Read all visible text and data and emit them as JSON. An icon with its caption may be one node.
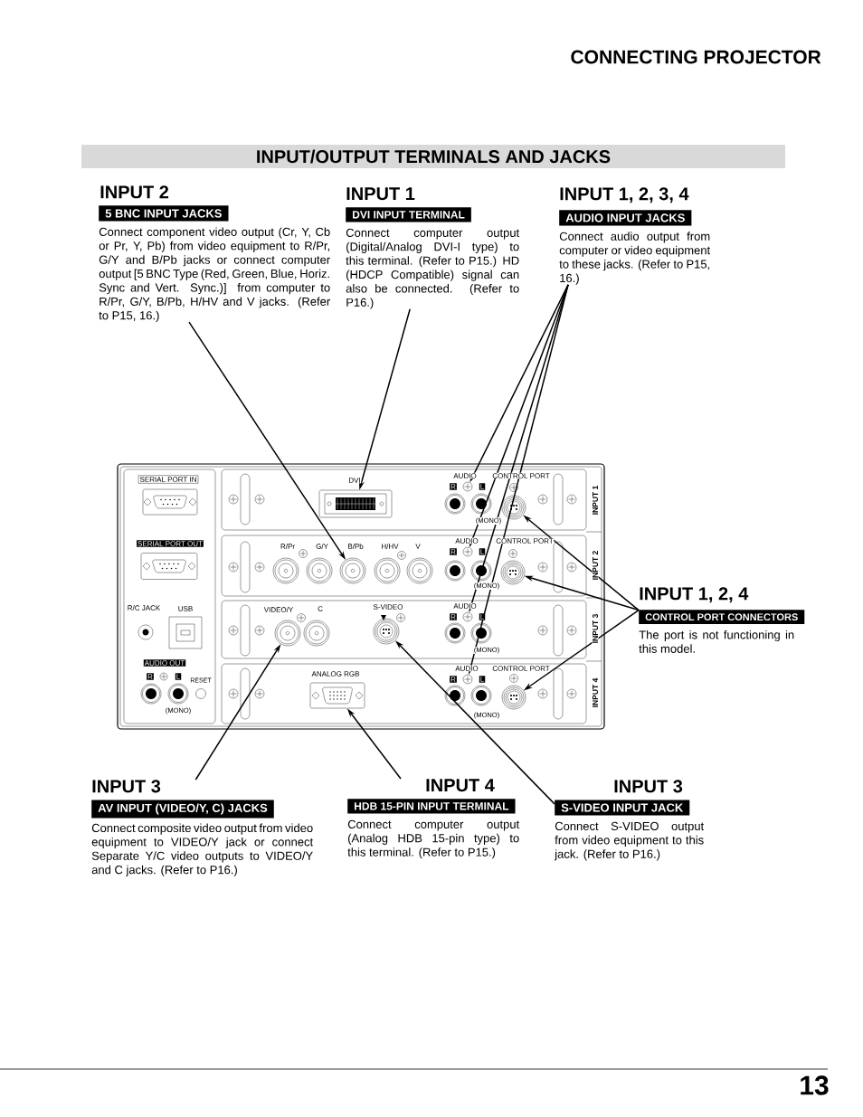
{
  "diagram": {
    "title": "CONNECTING PROJECTOR",
    "nodes": [
      {
        "text": [
          "INPUT/OUTPUT TERMINALS AND JACKS"
        ]
      },
      {
        "text": [
          "INPUT 2",
          "5 BNC INPUT JACKS",
          "Connect component video output (Cr, Y, Cb or Pr, Y, Pb) from video equipment to R/Pr, G/Y and B/Pb jacks or connect computer output [5 BNC Type (Red, Green, Blue, Horiz. Sync and Vert. Sync.)] from computer to R/Pr, G/Y, B/Pb, H/HV and V jacks. (Refer to P15, 16.)"
        ]
      },
      {
        "text": [
          "INPUT 1",
          "DVI INPUT TERMINAL",
          "Connect computer output (Digital/Analog DVI-I type) to this terminal. (Refer to P15.) HD (HDCP Compatible) signal can also be connected. (Refer to P16.)"
        ]
      },
      {
        "text": [
          "INPUT 1, 2, 3, 4",
          "AUDIO INPUT JACKS",
          "Connect audio output from computer or video equipment to these jacks. (Refer to P15, 16.)"
        ]
      },
      {
        "text": [
          "INPUT 1, 2, 4",
          "CONTROL PORT CONNECTORS",
          "The port is not functioning in this model."
        ]
      },
      {
        "text": [
          "INPUT 3",
          "AV INPUT (VIDEO/Y, C) JACKS",
          "Connect composite video output from video equipment to VIDEO/Y jack or connect Separate Y/C video outputs to VIDEO/Y and C jacks. (Refer to P16.)"
        ]
      },
      {
        "text": [
          "INPUT 4",
          "HDB 15-PIN INPUT TERMINAL",
          "Connect computer output (Analog HDB 15-pin type) to this terminal. (Refer to P15.)"
        ]
      },
      {
        "text": [
          "INPUT 3",
          "S-VIDEO INPUT JACK",
          "Connect S-VIDEO output from video equipment to this jack. (Refer to P16.)"
        ]
      },
      {
        "text": [],
        "shape": "box"
      },
      {
        "text": [],
        "shape": "circle"
      },
      {
        "text": [],
        "shape": "circle"
      },
      {
        "text": [],
        "shape": "circle"
      },
      {
        "text": [],
        "shape": "circle"
      },
      {
        "text": [],
        "shape": "circle"
      },
      {
        "text": [],
        "shape": "circle"
      },
      {
        "text": [],
        "shape": "circle"
      },
      {
        "text": [],
        "shape": "circle"
      },
      {
        "text": [],
        "shape": "box"
      },
      {
        "text": [],
        "shape": "circle"
      },
      {
        "text": [],
        "shape": "circle"
      },
      {
        "text": [],
        "shape": "box"
      },
      {
        "text": [],
        "shape": "box"
      },
      {
        "text": [],
        "shape": "circle"
      },
      {
        "text": [],
        "shape": "circle"
      },
      {
        "text": [],
        "shape": "circle"
      },
      {
        "text": [],
        "shape": "circle"
      },
      {
        "text": [],
        "shape": "circle"
      }
    ],
    "edges": [
      {
        "from": 1,
        "to": 11,
        "arrow": "to"
      },
      {
        "from": 2,
        "to": 8,
        "arrow": "to"
      },
      {
        "from": 3,
        "to": 9,
        "arrow": "to"
      },
      {
        "from": 3,
        "to": 12,
        "arrow": "to"
      },
      {
        "from": 3,
        "to": 16,
        "arrow": "to"
      },
      {
        "from": 3,
        "to": 18,
        "arrow": "to"
      },
      {
        "from": 4,
        "to": 10,
        "arrow": "to"
      },
      {
        "from": 4,
        "to": 13,
        "arrow": "to"
      },
      {
        "from": 4,
        "to": 19,
        "arrow": "to"
      },
      {
        "from": 5,
        "to": 14,
        "arrow": "to"
      },
      {
        "from": 6,
        "to": 17,
        "arrow": "to"
      },
      {
        "from": 7,
        "to": 15,
        "arrow": "to"
      }
    ],
    "labels": [
      "SERIAL PORT IN",
      "SERIAL PORT OUT",
      "R/C JACK",
      "USB",
      "AUDIO OUT",
      "R",
      "L",
      "RESET",
      "(MONO)",
      "DVI",
      "AUDIO",
      "CONTROL PORT",
      "R",
      "L",
      "(MONO)",
      "INPUT 1",
      "R/Pr",
      "G/Y",
      "B/Pb",
      "H/HV",
      "V",
      "AUDIO",
      "CONTROL PORT",
      "R",
      "L",
      "(MONO)",
      "INPUT 2",
      "VIDEO/Y",
      "C",
      "S-VIDEO",
      "AUDIO",
      "R",
      "L",
      "(MONO)",
      "INPUT 3",
      "ANALOG RGB",
      "AUDIO",
      "CONTROL PORT",
      "R",
      "L",
      "(MONO)",
      "INPUT 4",
      "13"
    ]
  }
}
